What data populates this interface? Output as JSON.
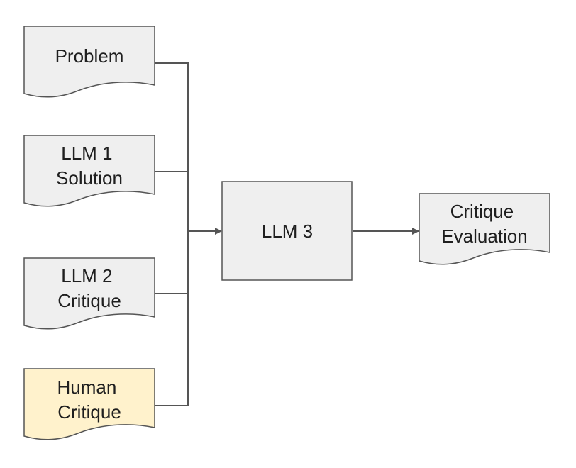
{
  "colors": {
    "doc_fill": "#efefef",
    "human_fill": "#fff2cc",
    "stroke": "#555555",
    "text": "#1f1f1f"
  },
  "inputs": [
    {
      "lines": [
        "Problem"
      ],
      "fill": "#efefef"
    },
    {
      "lines": [
        "LLM 1",
        "Solution"
      ],
      "fill": "#efefef"
    },
    {
      "lines": [
        "LLM 2",
        "Critique"
      ],
      "fill": "#efefef"
    },
    {
      "lines": [
        "Human",
        "Critique"
      ],
      "fill": "#fff2cc"
    }
  ],
  "process": {
    "label": "LLM 3"
  },
  "output": {
    "lines": [
      "Critique",
      "Evaluation"
    ]
  }
}
